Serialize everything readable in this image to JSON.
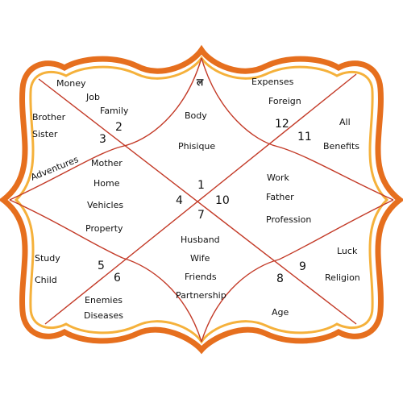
{
  "colors": {
    "frame_outer": "#e66f1e",
    "frame_inner": "#f5b13b",
    "line": "#c33a27",
    "text": "#111111"
  },
  "top_symbol": "ल",
  "houses": [
    {
      "number": "1",
      "lines": [
        "Body",
        "Phisique"
      ]
    },
    {
      "number": "2",
      "lines": [
        "Money",
        "Job",
        "Family"
      ]
    },
    {
      "number": "3",
      "lines": [
        "Brother",
        "Sister",
        "Adventures"
      ]
    },
    {
      "number": "4",
      "lines": [
        "Mother",
        "Home",
        "Vehicles",
        "Property"
      ]
    },
    {
      "number": "5",
      "lines": [
        "Study",
        "Child"
      ]
    },
    {
      "number": "6",
      "lines": [
        "Enemies",
        "Diseases"
      ]
    },
    {
      "number": "7",
      "lines": [
        "Husband",
        "Wife",
        "Friends",
        "Partnership"
      ]
    },
    {
      "number": "8",
      "lines": [
        "Age"
      ]
    },
    {
      "number": "9",
      "lines": [
        "Luck",
        "Religion"
      ]
    },
    {
      "number": "10",
      "lines": [
        "Work",
        "Father",
        "Profession"
      ]
    },
    {
      "number": "11",
      "lines": [
        "All",
        "Benefits"
      ]
    },
    {
      "number": "12",
      "lines": [
        "Expenses",
        "Foreign"
      ]
    }
  ]
}
